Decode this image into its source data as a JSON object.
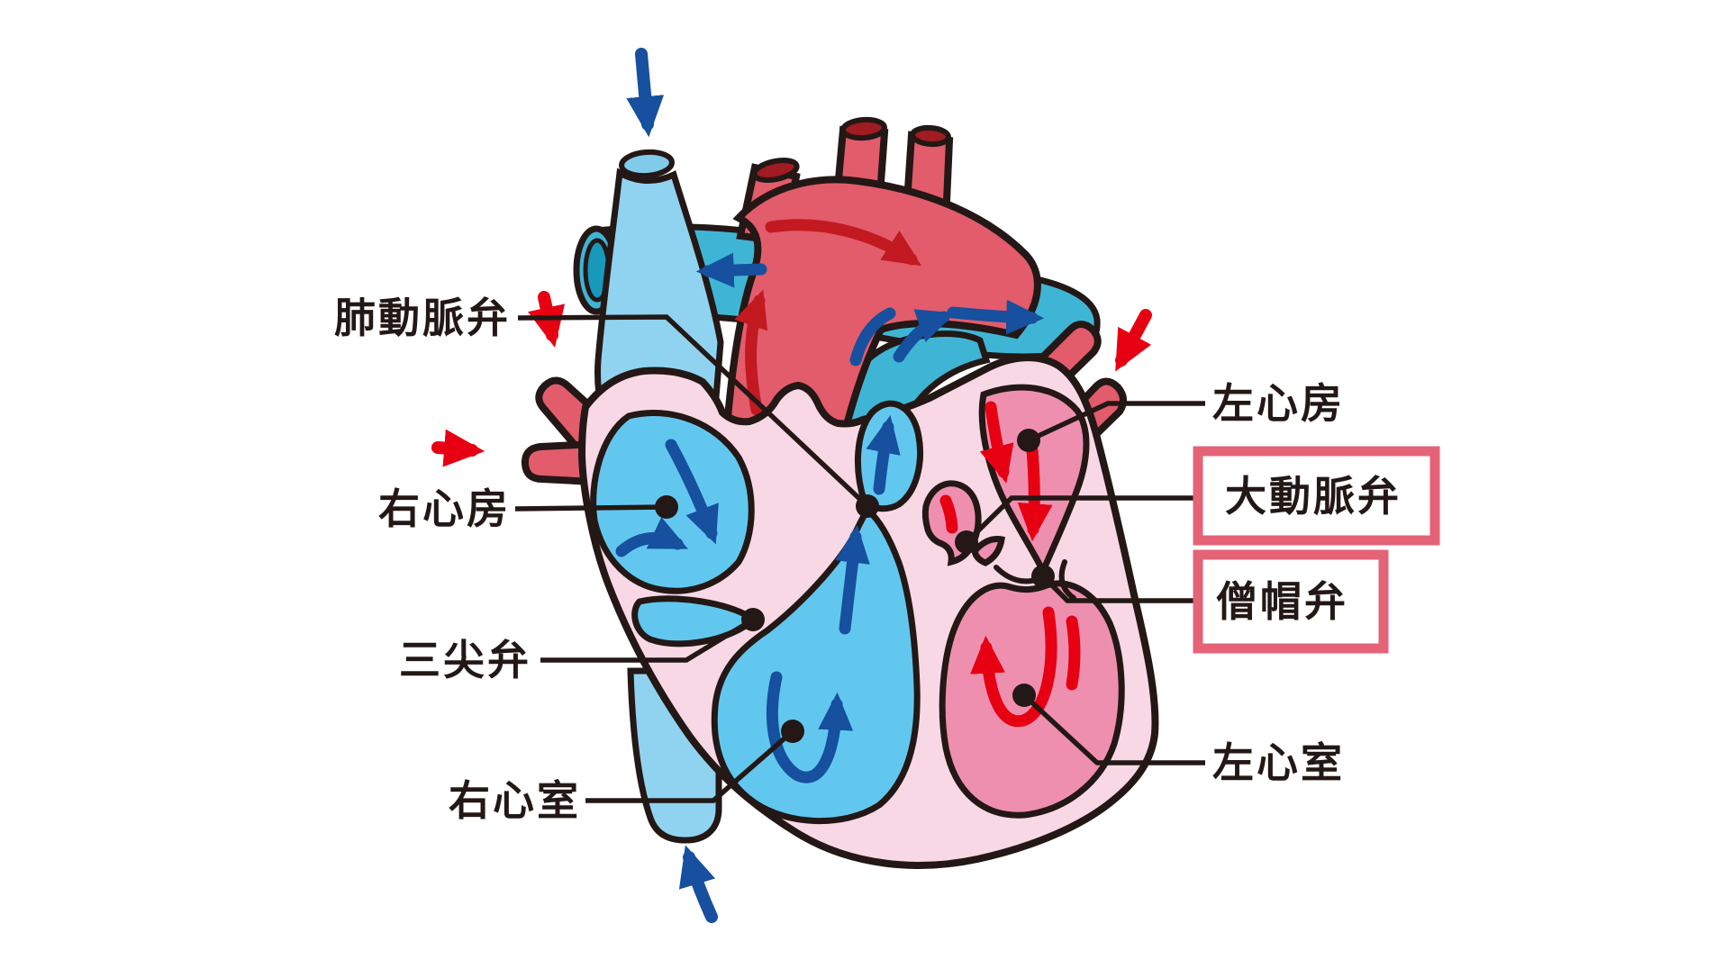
{
  "diagram": {
    "labels": {
      "pulmonary_valve": "肺動脈弁",
      "right_atrium": "右心房",
      "tricuspid_valve": "三尖弁",
      "right_ventricle": "右心室",
      "left_atrium": "左心房",
      "aortic_valve": "大動脈弁",
      "mitral_valve": "僧帽弁",
      "left_ventricle": "左心室"
    },
    "highlighted_labels": [
      "aortic_valve",
      "mitral_valve"
    ],
    "colors": {
      "background": "#ffffff",
      "outline": "#231815",
      "label_text": "#231815",
      "heart_wall": "#f9d8e5",
      "right_chamber": "#62c7ef",
      "left_chamber": "#ee8fb0",
      "artery_red": "#e25c6c",
      "vein_light_blue": "#90d3f0",
      "svc_opening": "#7fcbe9",
      "pulmonary_teal": "#3fb5d5",
      "pulmonary_teal_dark": "#1898ba",
      "vessel_opening_red": "#a01b22",
      "flow_arrow_blue": "#16509e",
      "flow_arrow_red": "#e60012",
      "aorta_arrow_crimson": "#c21a20",
      "highlight_box": "#e56377"
    }
  }
}
